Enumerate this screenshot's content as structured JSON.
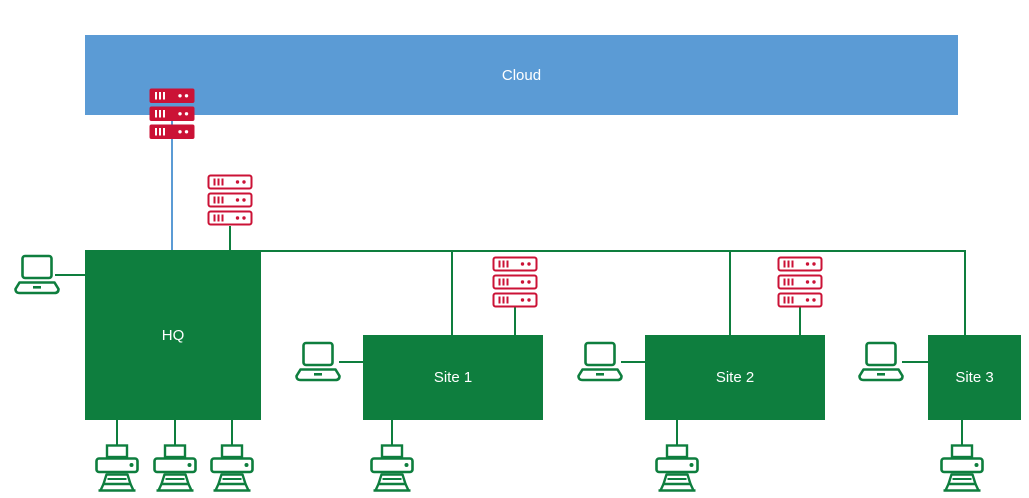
{
  "colors": {
    "cloud_blue": "#5B9BD5",
    "network_green": "#0E7E3E",
    "device_red": "#CB1236",
    "label_white": "#FFFFFF",
    "background": "#FFFFFF"
  },
  "cloud": {
    "label": "Cloud"
  },
  "nodes": {
    "hq": {
      "label": "HQ"
    },
    "site1": {
      "label": "Site 1"
    },
    "site2": {
      "label": "Site 2"
    },
    "site3": {
      "label": "Site 3"
    }
  },
  "icons": {
    "server_filled": "server-stack-filled-icon",
    "server_outline": "server-stack-outline-icon",
    "laptop": "laptop-icon",
    "printer": "printer-icon"
  },
  "devices": {
    "servers": [
      "cloud-link-server-stack",
      "hq-server-stack",
      "site1-server-stack",
      "site2-server-stack"
    ],
    "laptops": [
      "hq-laptop",
      "site1-laptop",
      "site2-laptop",
      "site3-laptop"
    ],
    "printers": [
      "hq-printer-1",
      "hq-printer-2",
      "hq-printer-3",
      "site1-printer",
      "site2-printer",
      "site3-printer"
    ]
  }
}
